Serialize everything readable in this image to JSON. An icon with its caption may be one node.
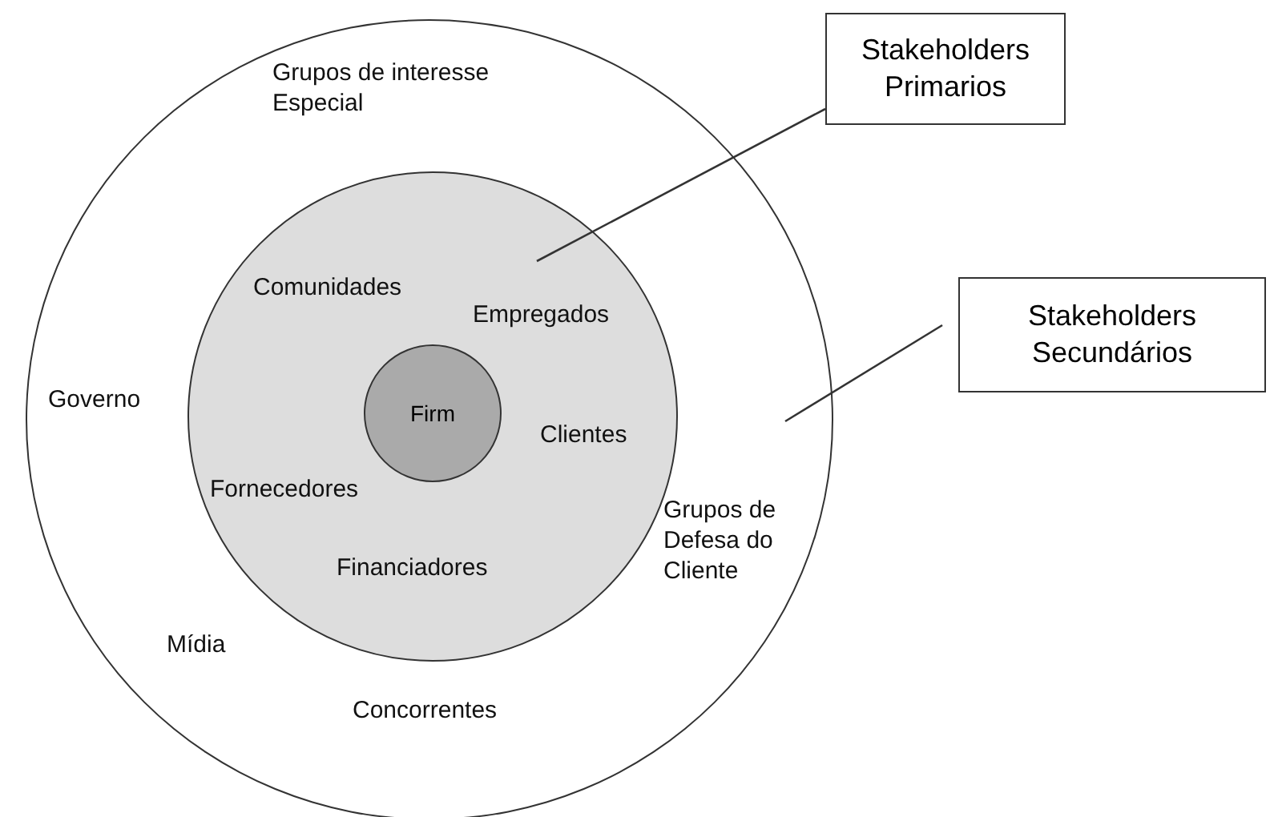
{
  "diagram": {
    "nodes": [
      {
        "text": [],
        "shape": "circle"
      },
      {
        "text": [],
        "shape": "circle",
        "in": 0
      },
      {
        "text": [
          "Firm"
        ],
        "in": 1
      },
      {
        "text": [
          "Stakeholders Primarios"
        ]
      },
      {
        "text": [
          "Stakeholders Secundários"
        ]
      }
    ],
    "edges": [
      {
        "from": 3,
        "to": 1,
        "arrow": "none"
      },
      {
        "from": 4,
        "to": 0,
        "arrow": "none"
      }
    ],
    "labels": [
      "Grupos de interesse Especial",
      "Comunidades",
      "Empregados",
      "Governo",
      "Clientes",
      "Fornecedores",
      "Grupos de Defesa do Cliente",
      "Financiadores",
      "Mídia",
      "Concorrentes"
    ]
  }
}
